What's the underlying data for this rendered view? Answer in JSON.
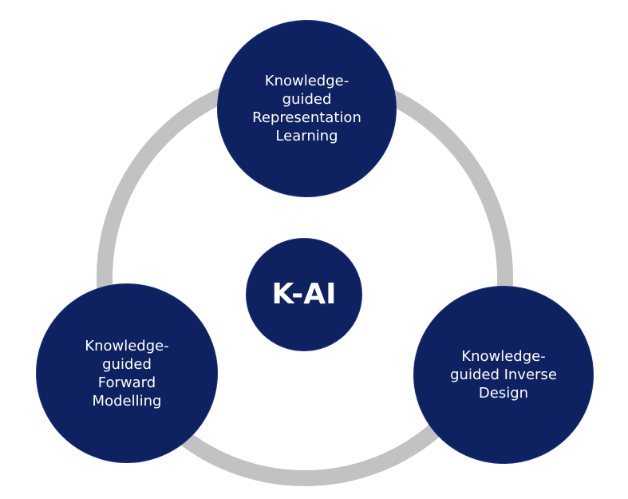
{
  "diagram": {
    "center_label": "K-AI",
    "nodes": [
      {
        "label": "Knowledge-\nguided\nRepresentation\nLearning"
      },
      {
        "label": "Knowledge-\nguided\nForward\nModelling"
      },
      {
        "label": "Knowledge-\nguided Inverse\nDesign"
      }
    ]
  },
  "colors": {
    "node_fill": "#0e2160",
    "ring": "#c2c2c2",
    "background": "#ffffff",
    "text": "#ffffff"
  }
}
